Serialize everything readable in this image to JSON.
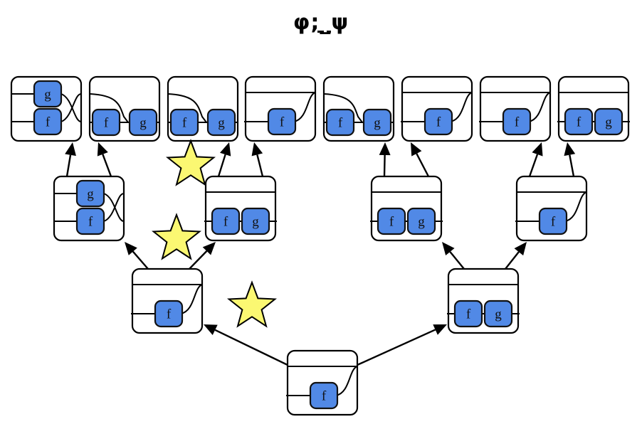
{
  "title": {
    "text": "φ;_ψ",
    "parts": [
      "φ",
      ";",
      "_",
      "ψ"
    ]
  },
  "colors": {
    "node_fill": "#5189e6",
    "star_fill": "#fbf872",
    "stroke": "#000000",
    "background": "#ffffff"
  },
  "diagram": {
    "description": "Binary derivation tree of string diagrams; each box contains morphism nodes f and g with wires",
    "boxes": [
      {
        "id": "root",
        "level": 0,
        "kind": "f-topwire",
        "nodes": [
          "f"
        ]
      },
      {
        "id": "L",
        "level": 1,
        "kind": "f-topwire",
        "nodes": [
          "f"
        ]
      },
      {
        "id": "R",
        "level": 1,
        "kind": "fg-topwire",
        "nodes": [
          "f",
          "g"
        ]
      },
      {
        "id": "LL",
        "level": 2,
        "kind": "gf-crossed",
        "nodes": [
          "g",
          "f"
        ]
      },
      {
        "id": "LR",
        "level": 2,
        "kind": "fg-topwire",
        "nodes": [
          "f",
          "g"
        ]
      },
      {
        "id": "RL",
        "level": 2,
        "kind": "fg-topwire",
        "nodes": [
          "f",
          "g"
        ]
      },
      {
        "id": "RR",
        "level": 2,
        "kind": "f-topwire",
        "nodes": [
          "f"
        ]
      },
      {
        "id": "LLL",
        "level": 3,
        "kind": "gf-crossed",
        "nodes": [
          "g",
          "f"
        ]
      },
      {
        "id": "LLR",
        "level": 3,
        "kind": "fg-bend",
        "nodes": [
          "f",
          "g"
        ]
      },
      {
        "id": "LRL",
        "level": 3,
        "kind": "fg-bend",
        "nodes": [
          "f",
          "g"
        ]
      },
      {
        "id": "LRR",
        "level": 3,
        "kind": "f-topwire",
        "nodes": [
          "f"
        ]
      },
      {
        "id": "RLL",
        "level": 3,
        "kind": "fg-bend",
        "nodes": [
          "f",
          "g"
        ]
      },
      {
        "id": "RLR",
        "level": 3,
        "kind": "f-topwire",
        "nodes": [
          "f"
        ]
      },
      {
        "id": "RRL",
        "level": 3,
        "kind": "f-topwire",
        "nodes": [
          "f"
        ]
      },
      {
        "id": "RRR",
        "level": 3,
        "kind": "fg-topwire",
        "nodes": [
          "f",
          "g"
        ]
      }
    ],
    "edges": [
      [
        "root",
        "L"
      ],
      [
        "root",
        "R"
      ],
      [
        "L",
        "LL"
      ],
      [
        "L",
        "LR"
      ],
      [
        "R",
        "RL"
      ],
      [
        "R",
        "RR"
      ],
      [
        "LL",
        "LLL"
      ],
      [
        "LL",
        "LLR"
      ],
      [
        "LR",
        "LRL"
      ],
      [
        "LR",
        "LRR"
      ],
      [
        "RL",
        "RLL"
      ],
      [
        "RL",
        "RLR"
      ],
      [
        "RR",
        "RRL"
      ],
      [
        "RR",
        "RRR"
      ]
    ],
    "stars": [
      {
        "id": "star-root-edge",
        "near": "root-L edge"
      },
      {
        "id": "star-L-edge",
        "near": "L-R edges"
      },
      {
        "id": "star-LR-edge",
        "near": "LR-LRL edge"
      }
    ],
    "labels": {
      "f": "f",
      "g": "g"
    }
  }
}
